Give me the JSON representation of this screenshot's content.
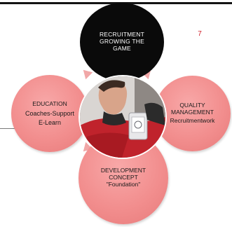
{
  "slide_number": "7",
  "center": {
    "title_lines": [
      "RECRUITMENT",
      "GROWING THE",
      "GAME"
    ]
  },
  "left": {
    "title_lines": [
      "EDUCATION",
      "Coaches-Support",
      "E-Learn"
    ]
  },
  "right": {
    "title_lines": [
      "QUALITY",
      "MANAGEMENT",
      "Recruitmentwork"
    ]
  },
  "bottom": {
    "title_lines": [
      "DEVELOPMENT",
      "CONCEPT",
      "\"Foundation\""
    ]
  },
  "colors": {
    "accent_pink": "#f28e8e",
    "dark_circle": "#0a0a0a",
    "slide_number_red": "#d0202a"
  }
}
